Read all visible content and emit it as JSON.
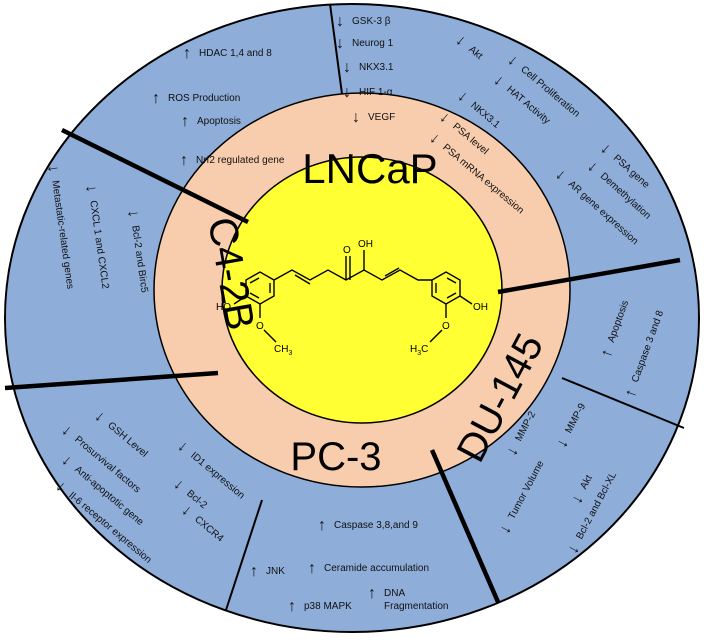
{
  "colors": {
    "outer_ring": "#8EADD9",
    "inner_ring": "#F8CDAE",
    "center": "#FFFF33",
    "divider": "#000000",
    "text": "#000000"
  },
  "arrow_icons": {
    "up": "↑",
    "down": "↓"
  },
  "cell_lines": {
    "lncap": "LNCaP",
    "c42b": "C4-2B",
    "du145": "DU-145",
    "pc3": "PC-3"
  },
  "molecule": {
    "atoms": {
      "o_ketone": "O",
      "oh_enol": "OH",
      "ho_left": "HO",
      "oh_right": "OH",
      "o_left": "O",
      "o_right": "O",
      "ch3": "CH3",
      "h3c": "H3C"
    }
  },
  "sectors": {
    "nrf2": [
      {
        "dir": "up",
        "text": "HDAC 1,4 and 8"
      },
      {
        "dir": "up",
        "text": "ROS Production"
      },
      {
        "dir": "up",
        "text": "Apoptosis"
      },
      {
        "dir": "up",
        "text": "Nrf2 regulated gene"
      }
    ],
    "gsk": [
      {
        "dir": "down",
        "text": "GSK-3 β"
      },
      {
        "dir": "down",
        "text": "Neurog 1"
      },
      {
        "dir": "down",
        "text": "NKX3.1"
      },
      {
        "dir": "down",
        "text": "HIF 1-α"
      },
      {
        "dir": "down",
        "text": "VEGF"
      }
    ],
    "akt": [
      {
        "dir": "down",
        "text": "Akt"
      },
      {
        "dir": "down",
        "text": "Cell Proliferation"
      },
      {
        "dir": "down",
        "text": "HAT Activity"
      },
      {
        "dir": "down",
        "text": "NKX3.1"
      },
      {
        "dir": "down",
        "text": "PSA level"
      },
      {
        "dir": "down",
        "text": "PSA mRNA expression"
      }
    ],
    "psa_gene": [
      {
        "dir": "down",
        "text": "PSA gene"
      },
      {
        "dir": "down",
        "text": "Demethylation"
      },
      {
        "dir": "down",
        "text": "AR gene expression"
      }
    ],
    "c42b": [
      {
        "dir": "down",
        "text": "Metastatic-related genes"
      },
      {
        "dir": "down",
        "text": "CXCL 1 and CXCL2"
      },
      {
        "dir": "down",
        "text": "Bcl-2 and Birc5"
      }
    ],
    "du145_apoptosis": [
      {
        "dir": "up",
        "text": "Apoptosis"
      },
      {
        "dir": "up",
        "text": "Caspase 3 and 8"
      }
    ],
    "du145_mmp": [
      {
        "dir": "down",
        "text": "MMP-2"
      },
      {
        "dir": "down",
        "text": "MMP-9"
      },
      {
        "dir": "down",
        "text": "Tumor Volume"
      },
      {
        "dir": "down",
        "text": "Akt"
      },
      {
        "dir": "down",
        "text": "Bcl-2 and Bcl-XL"
      }
    ],
    "pc3_left": [
      {
        "dir": "down",
        "text": "GSH Level"
      },
      {
        "dir": "down",
        "text": "Prosurvival factors"
      },
      {
        "dir": "down",
        "text": "Anti-apoptotic gene"
      },
      {
        "dir": "down",
        "text": "Il-6 receptor expression"
      }
    ],
    "pc3_mid": [
      {
        "dir": "down",
        "text": "ID1 expression"
      },
      {
        "dir": "down",
        "text": "Bcl-2"
      },
      {
        "dir": "down",
        "text": "CXCR4"
      }
    ],
    "pc3_bottom": [
      {
        "dir": "up",
        "text": "Caspase 3,8,and 9"
      },
      {
        "dir": "up",
        "text": "JNK"
      },
      {
        "dir": "up",
        "text": "Ceramide accumulation"
      },
      {
        "dir": "up",
        "text": "p38 MAPK"
      },
      {
        "dir": "up",
        "text": "DNA"
      },
      {
        "dir": "up",
        "text": "Fragmentation"
      }
    ]
  }
}
